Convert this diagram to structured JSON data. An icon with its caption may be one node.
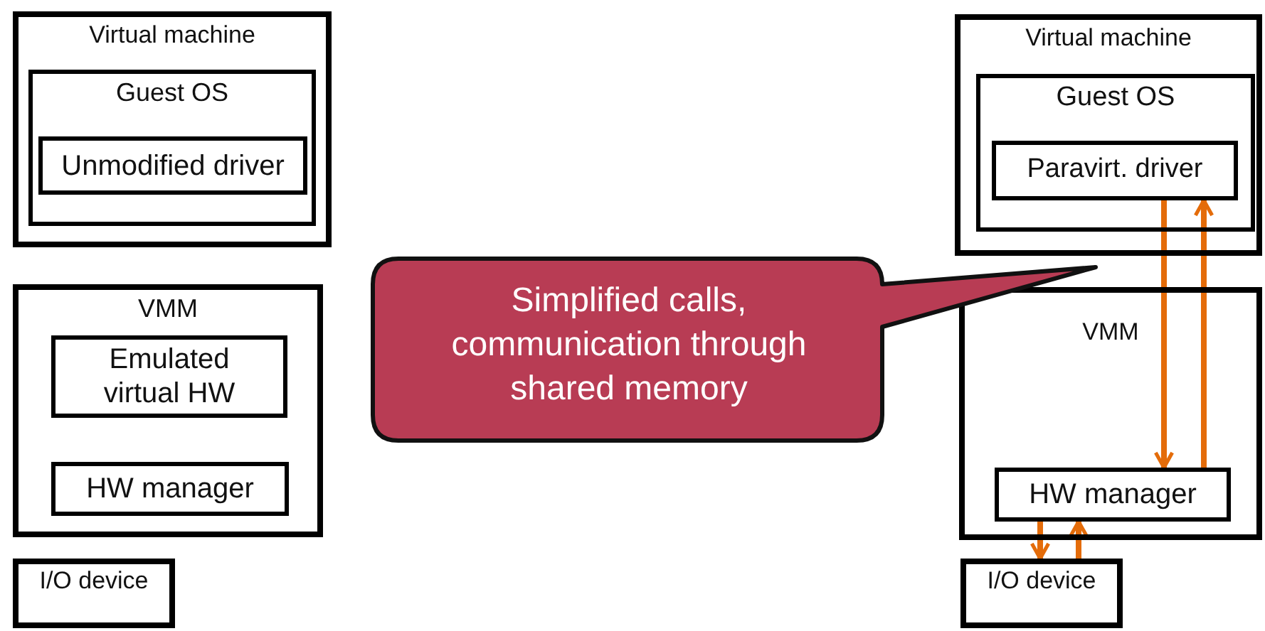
{
  "diagram": {
    "nodes": [
      {
        "text": [
          "Virtual machine"
        ]
      },
      {
        "text": [
          "Guest OS"
        ],
        "in": 0
      },
      {
        "text": [
          "Unmodified driver"
        ],
        "in": 1
      },
      {
        "text": [
          "VMM"
        ]
      },
      {
        "text": [
          "Emulated virtual HW"
        ],
        "in": 3
      },
      {
        "text": [
          "HW manager"
        ],
        "in": 3
      },
      {
        "text": [
          "I/O device"
        ]
      },
      {
        "text": [
          "Virtual machine"
        ]
      },
      {
        "text": [
          "Guest OS"
        ],
        "in": 7
      },
      {
        "text": [
          "Paravirt. driver"
        ],
        "in": 8
      },
      {
        "text": [
          "VMM"
        ]
      },
      {
        "text": [
          "HW manager"
        ],
        "in": 10
      },
      {
        "text": [
          "I/O device"
        ]
      },
      {
        "text": [
          "Simplified calls, communication through shared memory"
        ]
      }
    ],
    "edges": [
      {
        "from": 9,
        "to": 11,
        "arrow": "to"
      },
      {
        "from": 11,
        "to": 9,
        "arrow": "to"
      },
      {
        "from": 11,
        "to": 12,
        "arrow": "to"
      },
      {
        "from": 12,
        "to": 11,
        "arrow": "to"
      }
    ]
  }
}
